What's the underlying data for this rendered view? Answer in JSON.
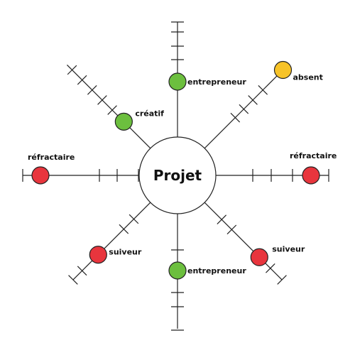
{
  "diagram": {
    "center_label": "Projet",
    "colors": {
      "green": "#6cbf3e",
      "red": "#e8353d",
      "yellow": "#f7c328"
    },
    "spokes": [
      {
        "id": "north",
        "label": "entrepreneur",
        "status": "green",
        "position": 1
      },
      {
        "id": "north-east",
        "label": "absent",
        "status": "yellow",
        "position": 4
      },
      {
        "id": "east",
        "label": "réfractaire",
        "status": "red",
        "position": 4
      },
      {
        "id": "south-east",
        "label": "suiveur",
        "status": "red",
        "position": 2
      },
      {
        "id": "south",
        "label": "entrepreneur",
        "status": "green",
        "position": 1
      },
      {
        "id": "south-west",
        "label": "suiveur",
        "status": "red",
        "position": 2
      },
      {
        "id": "west",
        "label": "réfractaire",
        "status": "red",
        "position": 4
      },
      {
        "id": "north-west",
        "label": "créatif",
        "status": "green",
        "position": 2
      }
    ]
  }
}
